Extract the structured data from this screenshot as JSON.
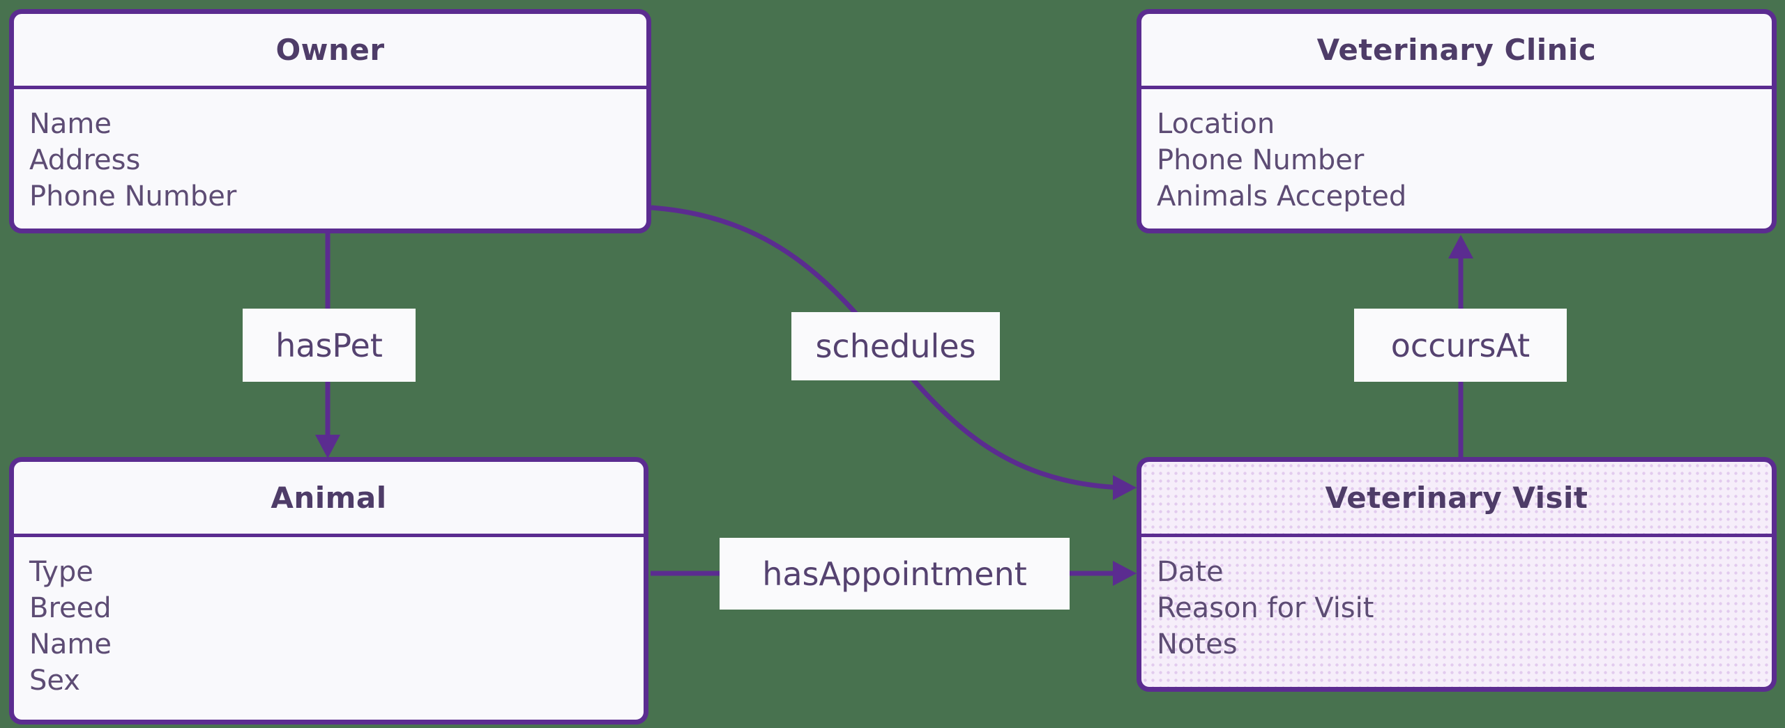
{
  "diagram": {
    "type": "entity-relationship",
    "background_color": "#48724F",
    "accent_color": "#5B2C90",
    "node_fill": "#F9F9FC",
    "highlight_fill": "#F6EEFA"
  },
  "entities": [
    {
      "id": "owner",
      "title": "Owner",
      "attributes": [
        "Name",
        "Address",
        "Phone Number"
      ]
    },
    {
      "id": "clinic",
      "title": "Veterinary Clinic",
      "attributes": [
        "Location",
        "Phone Number",
        "Animals Accepted"
      ]
    },
    {
      "id": "animal",
      "title": "Animal",
      "attributes": [
        "Type",
        "Breed",
        "Name",
        "Sex"
      ]
    },
    {
      "id": "visit",
      "title": "Veterinary Visit",
      "attributes": [
        "Date",
        "Reason for Visit",
        "Notes"
      ],
      "highlighted": true
    }
  ],
  "relationships": [
    {
      "label": "hasPet",
      "from": "Owner",
      "to": "Animal"
    },
    {
      "label": "schedules",
      "from": "Owner",
      "to": "Veterinary Visit"
    },
    {
      "label": "occursAt",
      "from": "Veterinary Visit",
      "to": "Veterinary Clinic"
    },
    {
      "label": "hasAppointment",
      "from": "Animal",
      "to": "Veterinary Visit"
    }
  ]
}
